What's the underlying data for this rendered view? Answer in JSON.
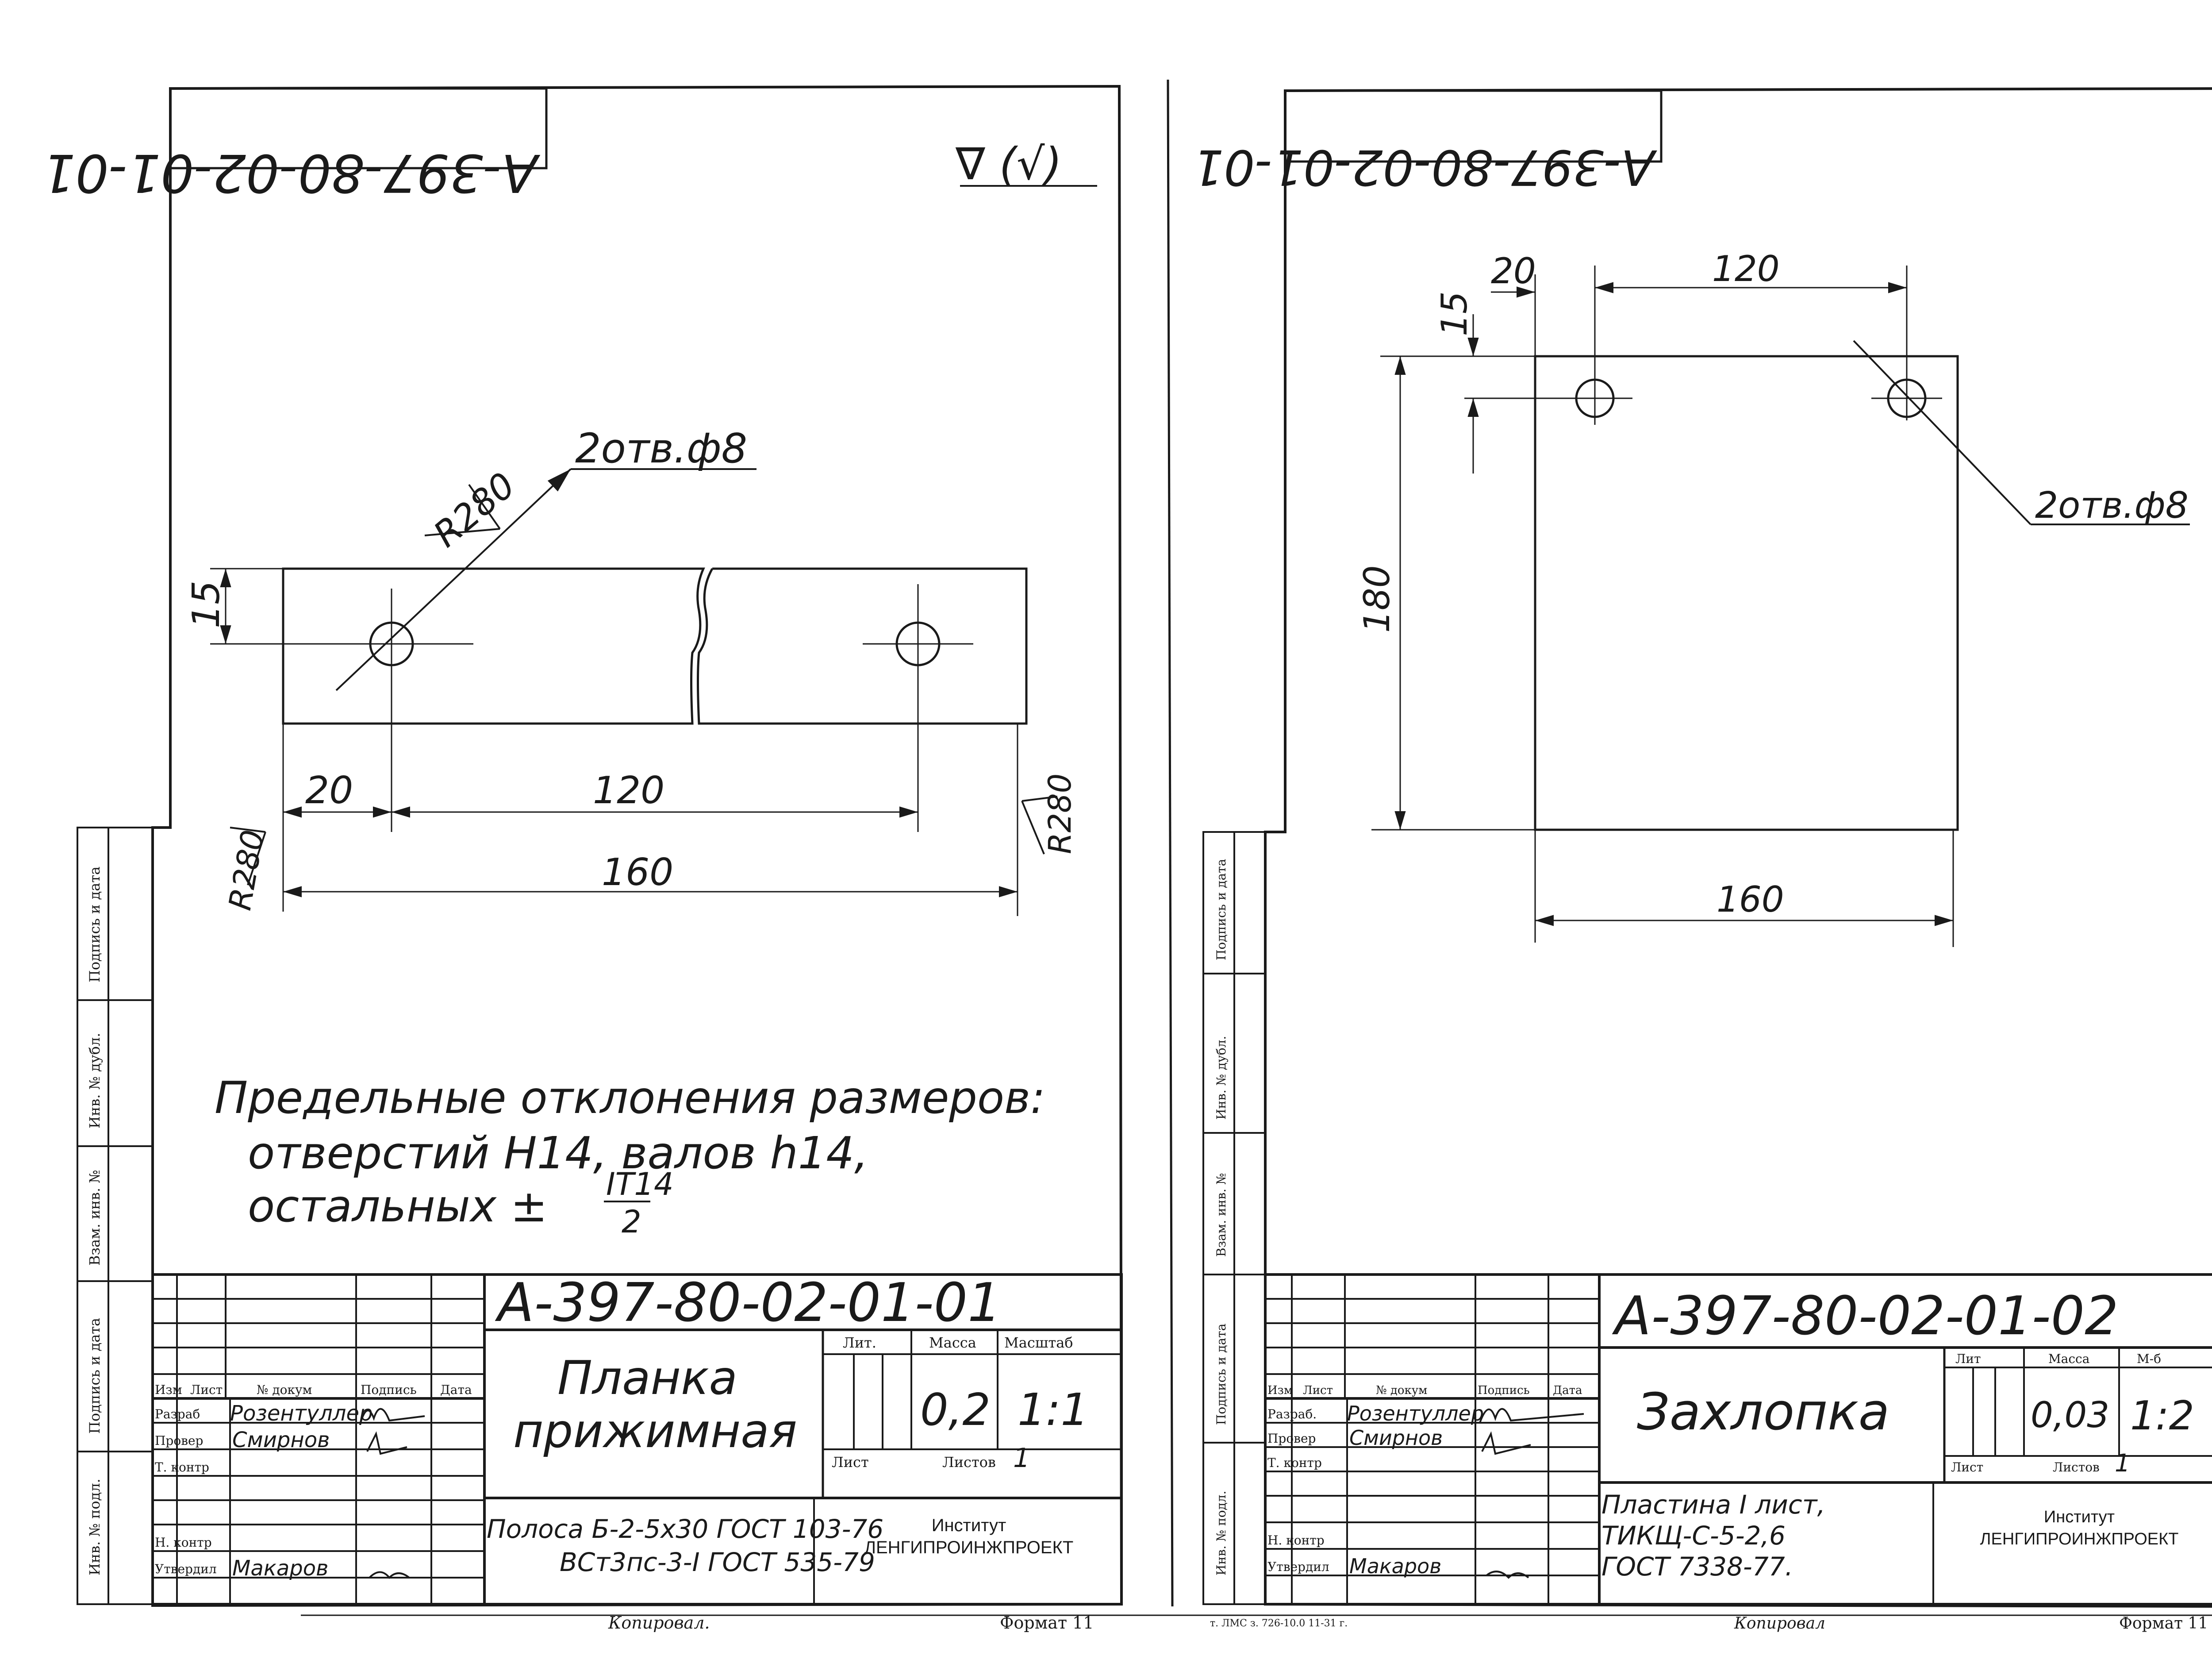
{
  "left_sheet": {
    "stamp_code_rotated": "А-397-80-02-01-01",
    "roughness_mark": "∇ (√)",
    "holes_note": "2отв.ф8",
    "radius_label": "R280",
    "dims": {
      "d15": "15",
      "d20": "20",
      "d120": "120",
      "d160": "160",
      "r280_left": "R280",
      "r280_right": "R280"
    },
    "tolerance_note": {
      "line1": "Предельные отклонения размеров:",
      "line2": "отверстий H14, валов h14,",
      "line3": "остальных ±",
      "frac_top": "IT14",
      "frac_bottom": "2"
    },
    "title_block": {
      "code": "А-397-80-02-01-01",
      "name_line1": "Планка",
      "name_line2": "прижимная",
      "col_lit": "Лит.",
      "col_mass": "Масса",
      "col_scale": "Масштаб",
      "mass": "0,2",
      "scale": "1:1",
      "sheet": "Лист",
      "sheets": "Листов",
      "sheets_value": "1",
      "material_line1": "Полоса Б-2-5х30 ГОСТ 103-76",
      "material_line2": "ВСт3пс-3-I ГОСТ 535-79",
      "institute_line1": "Институт",
      "institute_line2": "ЛЕНГИПРОИНЖПРОЕКТ",
      "hdr_izm": "Изм",
      "hdr_list": "Лист",
      "hdr_doc": "№ докум",
      "hdr_sign": "Подпись",
      "hdr_date": "Дата",
      "role_razrab": "Разраб",
      "role_prover": "Провер",
      "role_tkontr": "Т. контр",
      "role_nkontr": "Н. контр",
      "role_utverd": "Утвердил",
      "name_razrab": "Розентуллер",
      "name_prover": "Смирнов",
      "name_utverd": "Макаров"
    },
    "side_strip": {
      "s1": "Инв. № подл.",
      "s2": "Подпись и дата",
      "s3": "Взам. инв. №",
      "s4": "Инв. № дубл.",
      "s5": "Подпись и дата"
    },
    "footer_copied": "Копировал.",
    "footer_format": "Формат 11"
  },
  "right_sheet": {
    "stamp_code_rotated": "А-397-80-02-01-01",
    "holes_note": "2отв.ф8",
    "dims": {
      "d20": "20",
      "d120": "120",
      "d15": "15",
      "d180": "180",
      "d160": "160"
    },
    "title_block": {
      "code": "А-397-80-02-01-02",
      "name": "Захлопка",
      "col_lit": "Лит",
      "col_mass": "Масса",
      "col_scale": "М-б",
      "mass": "0,03",
      "scale": "1:2",
      "sheet": "Лист",
      "sheets": "Листов",
      "sheets_value": "1",
      "material_line1": "Пластина I лист,",
      "material_line2": "ТИКЩ-С-5-2,6",
      "material_line3": "ГОСТ 7338-77.",
      "institute_line1": "Институт",
      "institute_line2": "ЛЕНГИПРОИНЖПРОЕКТ",
      "hdr_izm": "Изм",
      "hdr_list": "Лист",
      "hdr_doc": "№ докум",
      "hdr_sign": "Подпись",
      "hdr_date": "Дата",
      "role_razrab": "Разраб.",
      "role_prover": "Провер",
      "role_tkontr": "Т. контр",
      "role_nkontr": "Н. контр",
      "role_utverd": "Утвердил",
      "name_razrab": "Розентуллер",
      "name_prover": "Смирнов",
      "name_utverd": "Макаров"
    },
    "side_strip": {
      "s1": "Инв. № подл.",
      "s2": "Подпись и дата",
      "s3": "Взам. инв. №",
      "s4": "Инв. № дубл.",
      "s5": "Подпись и дата"
    },
    "footer_print": "т. ЛМС з. 726-10.0 11-31 г.",
    "footer_copied": "Копировал",
    "footer_format": "Формат 11"
  }
}
